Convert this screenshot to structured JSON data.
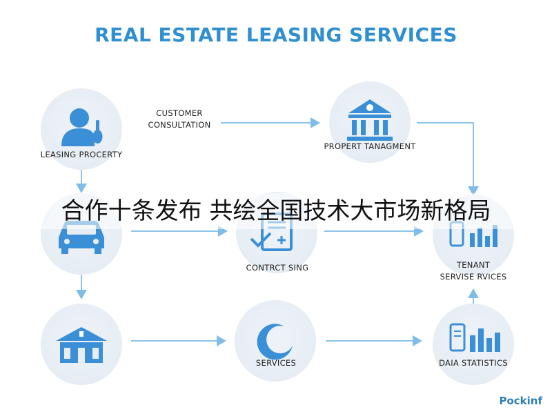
{
  "title": "REAL ESTATE LEASING SERVICES",
  "nodes": {
    "leasing_property": "LEASING PROCERTY",
    "customer_consultation_line1": "CUSTOMER",
    "customer_consultation_line2": "CONSULTATION",
    "property_management": "PROPERT TANAGMENT",
    "contract_signing": "CONTRCT SING",
    "tenant_services_line1": "TENANT",
    "tenant_services_line2": "SERVISE RVICES",
    "services": "SERVICES",
    "data_statistics": "DAIA STATISTICS"
  },
  "overlay_caption": "合作十条发布 共绘全国技术大市场新格局",
  "watermark": "Pockinf",
  "colors": {
    "accent": "#2f8fd0",
    "icon": "#3a8fd6",
    "arrow": "#8cc4ea",
    "circle": "#e8eef5"
  },
  "icons": [
    "person-icon",
    "bank-icon",
    "car-icon",
    "contract-icon",
    "chart-icon",
    "building-icon",
    "moon-icon",
    "phone-chart-icon"
  ]
}
